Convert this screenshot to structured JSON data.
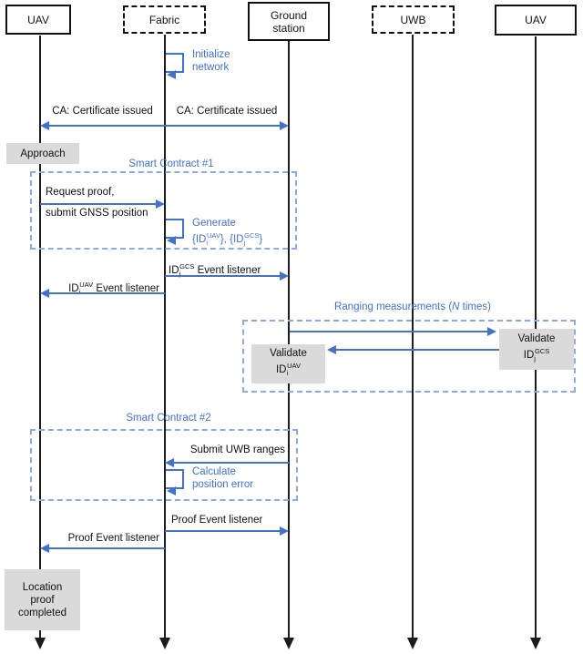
{
  "actors": [
    {
      "label": "UAV"
    },
    {
      "label": "Fabric"
    },
    {
      "label": "Ground station"
    },
    {
      "label": "UWB"
    },
    {
      "label": "UAV"
    }
  ],
  "frames": {
    "sc1": "Smart Contract #1",
    "sc2": "Smart Contract #2",
    "ranging": {
      "pre": "Ranging measurements (",
      "n": "N",
      "post": " times)"
    }
  },
  "messages": {
    "init": {
      "line1": "Initialize",
      "line2": "network"
    },
    "ca_left": "CA: Certificate issued",
    "ca_right": "CA: Certificate issued",
    "request": {
      "line1": "Request proof,",
      "line2": "submit GNSS position"
    },
    "generate": {
      "line1": "Generate",
      "open1": "{ID",
      "sub1": "i",
      "sup1": "UAV",
      "mid": "}, {ID",
      "sub2": "j",
      "sup2": "GCS",
      "close": "}"
    },
    "id_gcs": {
      "pre": "ID",
      "sub": "j",
      "sup": "GCS",
      "post": " Event listener"
    },
    "id_uav": {
      "pre": "ID",
      "sub": "i",
      "sup": "UAV",
      "post": " Event listener"
    },
    "submit_uwb": "Submit UWB ranges",
    "calculate": {
      "line1": "Calculate",
      "line2": "position error"
    },
    "proof_right": "Proof Event listener",
    "proof_left": "Proof Event listener"
  },
  "notes": {
    "approach": "Approach",
    "validate_uav": {
      "line1": "Validate",
      "pre": "ID",
      "sub": "i",
      "sup": "UAV"
    },
    "validate_gcs": {
      "line1": "Validate",
      "pre": "ID",
      "sub": "j",
      "sup": "GCS"
    },
    "location": {
      "line1": "Location",
      "line2": "proof",
      "line3": "completed"
    }
  },
  "colors": {
    "message_blue": "#4472C4",
    "frame_blue": "#8FAADC",
    "note_gray": "#DADADA",
    "line_black": "#1C1C1C"
  }
}
